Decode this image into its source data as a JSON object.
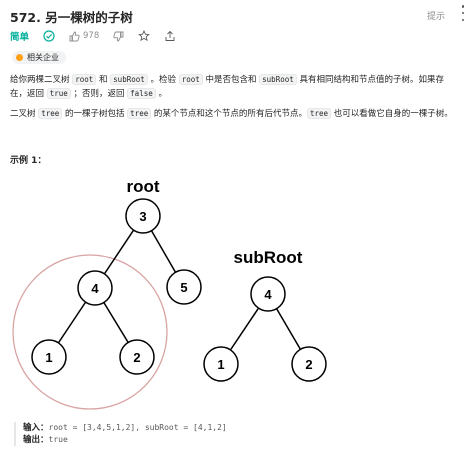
{
  "header": {
    "title": "572. 另一棵树的子树",
    "hint": "提示"
  },
  "meta": {
    "difficulty": "简单",
    "likes": "978"
  },
  "tag": {
    "label": "相关企业"
  },
  "description": {
    "p1": {
      "t1": "给你两棵二叉树 ",
      "c1": "root",
      "t2": " 和 ",
      "c2": "subRoot",
      "t3": " 。检验 ",
      "c3": "root",
      "t4": " 中是否包含和 ",
      "c4": "subRoot",
      "t5": " 具有相同结构和节点值的子树。如果存在，返回 ",
      "c5": "true",
      "t6": " ；否则，返回 ",
      "c6": "false",
      "t7": " 。"
    },
    "p2": {
      "t1": "二叉树 ",
      "c1": "tree",
      "t2": " 的一棵子树包括 ",
      "c2": "tree",
      "t3": " 的某个节点和这个节点的所有后代节点。",
      "c3": "tree",
      "t4": " 也可以看做它自身的一棵子树。"
    }
  },
  "example": {
    "title": "示例 1：",
    "root_label": "root",
    "subroot_label": "subRoot",
    "root_nodes": [
      "3",
      "4",
      "5",
      "1",
      "2"
    ],
    "subroot_nodes": [
      "4",
      "1",
      "2"
    ],
    "input_label": "输入：",
    "input_value": "root = [3,4,5,1,2], subRoot = [4,1,2]",
    "output_label": "输出：",
    "output_value": "true"
  },
  "colors": {
    "difficulty": "#00af9b",
    "highlight_circle": "#d9a3a3",
    "tag_dot": "#ffa116"
  }
}
